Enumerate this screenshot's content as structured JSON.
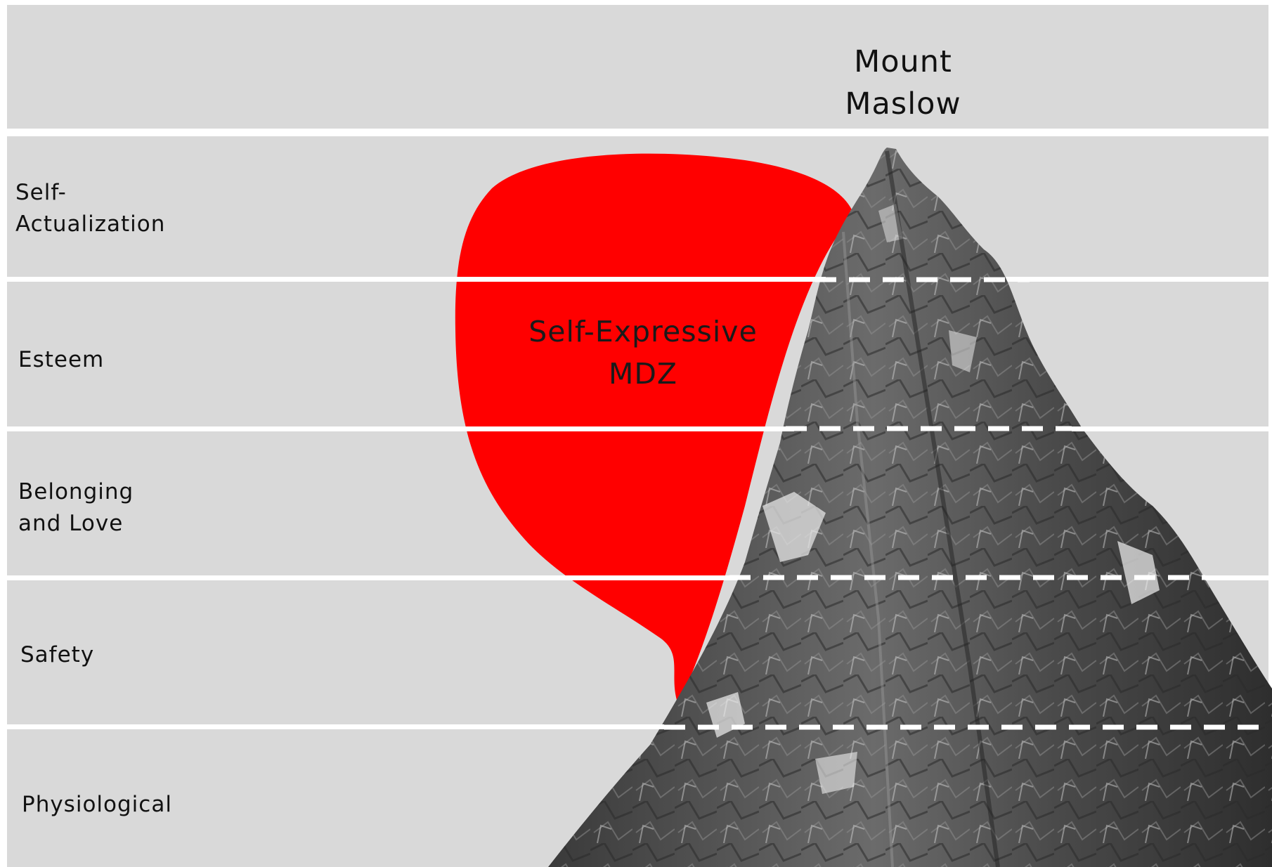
{
  "title": {
    "line1": "Mount",
    "line2": "Maslow"
  },
  "zone": {
    "line1": "Self-Expressive",
    "line2": "MDZ",
    "color": "#ff0000"
  },
  "levels": [
    {
      "line1": "Self-",
      "line2": "Actualization"
    },
    {
      "line1": "Esteem",
      "line2": ""
    },
    {
      "line1": "Belonging",
      "line2": "and Love"
    },
    {
      "line1": "Safety",
      "line2": ""
    },
    {
      "line1": "Physiological",
      "line2": ""
    }
  ],
  "colors": {
    "band": "#d9d9d9",
    "divider": "#ffffff",
    "mountain": "#5c5c5c"
  }
}
